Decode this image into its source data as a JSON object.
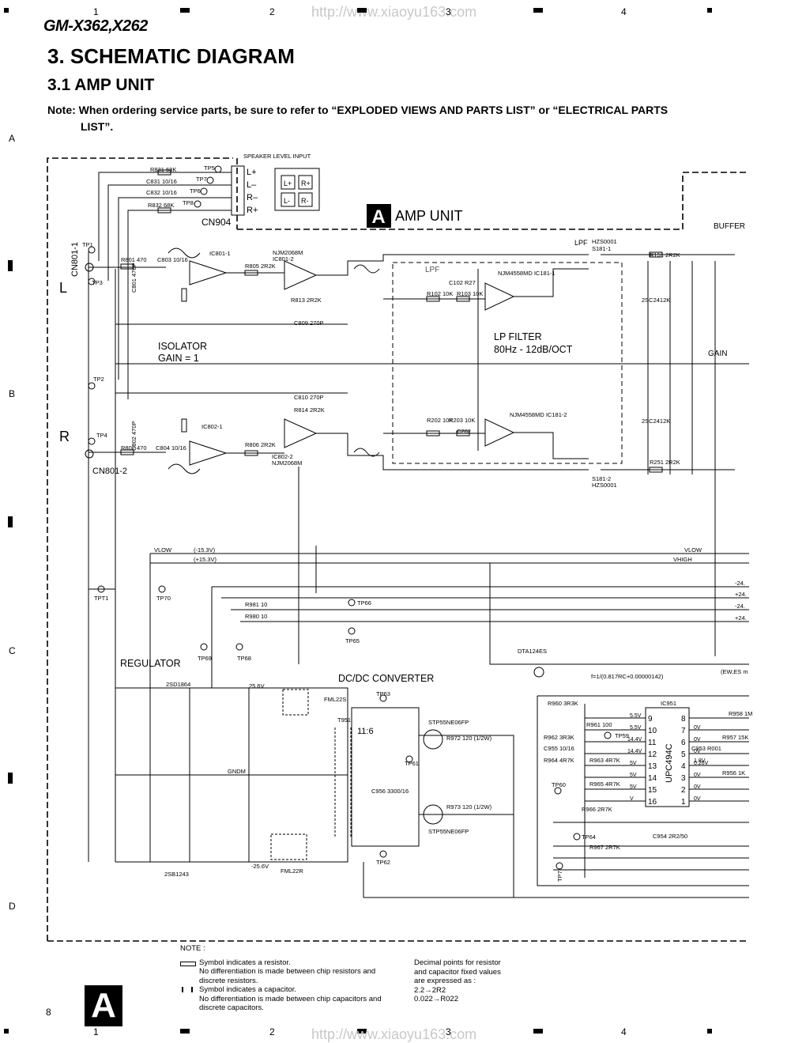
{
  "header": {
    "model": "GM-X362,X262",
    "watermark_url": "http://www.xiaoyu163.com",
    "section_title": "3. SCHEMATIC DIAGRAM",
    "subsection_title": "3.1 AMP UNIT",
    "note_line1": "Note: When ordering service parts, be sure to refer to “EXPLODED VIEWS AND PARTS LIST” or “ELECTRICAL PARTS",
    "note_line2": "LIST”."
  },
  "grid": {
    "columns": [
      "1",
      "2",
      "3",
      "4"
    ],
    "rows": [
      "A",
      "B",
      "C",
      "D"
    ]
  },
  "schematic": {
    "unit_badge": "A",
    "unit_title": "AMP UNIT",
    "speaker_input_label": "SPEAKER LEVEL INPUT",
    "connector_in": "CN904",
    "pins": [
      "L+",
      "L–",
      "R–",
      "R+"
    ],
    "pin_box": [
      "L+",
      "R+",
      "L-",
      "R-"
    ],
    "cn801_1": "CN801-1",
    "cn801_2": "CN801-2",
    "ch_left": "L",
    "ch_right": "R",
    "isolator": "ISOLATOR",
    "isolator_gain": "GAIN = 1",
    "lpf_label": "LPF",
    "lp_filter": "LP FILTER",
    "lp_filter_spec": "80Hz - 12dB/OCT",
    "buffer": "BUFFER",
    "gain": "GAIN",
    "regulator": "REGULATOR",
    "dcdc": "DC/DC CONVERTER",
    "ic_main": "UPC494C",
    "ic_main_ref": "IC951",
    "ic801_1": "IC801-1",
    "ic801_2": "IC801-2",
    "ic802_1": "IC802-1",
    "ic802_2": "IC802-2",
    "ic181_1": "NJM4558MD IC181-1",
    "ic181_2": "NJM4558MD IC181-2",
    "njm2068": "NJM2068M",
    "transformer": "T951",
    "transformer_ratio": "11:6",
    "q956": "STP55NE06FP",
    "q957": "STP55NE06FP",
    "q960": "2SD1864",
    "q961": "2SB1243",
    "q605": "2SC2412K",
    "q606": "2SC2412K",
    "q659": "DTA124ES",
    "d956": "FML22S",
    "d957": "FML22R",
    "vlow": "VLOW",
    "vhigh": "VHIGH",
    "v_neg": "(-15.3V)",
    "v_pos": "(+15.3V)",
    "v_25": "25.6V",
    "v_n25": "-25.6V",
    "gndm": "GNDM",
    "freq_formula": "f=1/(0.817RC+0.00000142)",
    "ew": "(EW,ES m",
    "switch1": "S181-1",
    "switch2": "S181-2",
    "hzs": "HZS0001",
    "tp_labels": [
      "TP1",
      "TP2",
      "TP3",
      "TP4",
      "TP5",
      "TP6",
      "TP7",
      "TP8",
      "TP59",
      "TP60",
      "TP61",
      "TP62",
      "TP63",
      "TP64",
      "TP65",
      "TP66",
      "TP67",
      "TP68",
      "TP69",
      "TP70",
      "TPT1"
    ],
    "supply_labels": [
      "-24.",
      "+24.",
      "-24.",
      "+24."
    ],
    "ic951_pins_left": [
      "9",
      "10",
      "11",
      "12",
      "13",
      "14",
      "15",
      "16"
    ],
    "ic951_pins_right": [
      "8",
      "7",
      "6",
      "5",
      "4",
      "3",
      "2",
      "1"
    ],
    "ic951_volts_left": [
      "5.5V",
      "5.5V",
      "14.4V",
      "14.4V",
      "5V",
      "5V",
      "5V",
      "V"
    ],
    "ic951_volts_right": [
      "0V",
      "0V",
      "0V",
      "0.26V",
      "1.8V",
      "0V",
      "0V",
      "0V"
    ],
    "resistors": [
      "R801 470",
      "R802 470",
      "R805 2R2K",
      "R806 2R2K",
      "R813 2R2K",
      "R814 2R2K",
      "R831 68K",
      "R832 68K",
      "R102 10K",
      "R103 10K",
      "R202 10K",
      "R203 10K",
      "R151 2R2K",
      "R251 2R2K",
      "R960 3R3K",
      "R961 100",
      "R962 3R3K",
      "R964 4R7K",
      "R963 4R7K",
      "R965 4R7K",
      "R966 2R7K",
      "R967 2R7K",
      "R972 120 (1/2W)",
      "R973 120 (1/2W)",
      "R981 10",
      "R980 10",
      "R958 1M",
      "R957 15K",
      "R956 1K"
    ],
    "capacitors": [
      "C801 470P",
      "C802 470P",
      "C803 10/16",
      "C804 10/16",
      "C809 270P",
      "C810 270P",
      "C831 10/16",
      "C832 10/16",
      "C102 R27",
      "C202",
      "C956 3300/16",
      "C954 2R2/50",
      "C955 10/16",
      "C953 R001"
    ]
  },
  "notes": {
    "heading": "NOTE :",
    "res_line1": "Symbol indicates a resistor.",
    "res_line2": "No differentiation is made  between chip resistors and",
    "res_line3": "discrete resistors.",
    "cap_line1": "Symbol indicates a capacitor.",
    "cap_line2": "No differentiation is made  between chip capacitors and",
    "cap_line3": "discrete capacitors.",
    "dec_line1": "Decimal points for resistor",
    "dec_line2": "and capacitor fixed values",
    "dec_line3": "are expressed as :",
    "dec_line4": "2.2→2R2",
    "dec_line5": "0.022→R022"
  },
  "footer": {
    "badge": "A",
    "page_mark": "8"
  }
}
